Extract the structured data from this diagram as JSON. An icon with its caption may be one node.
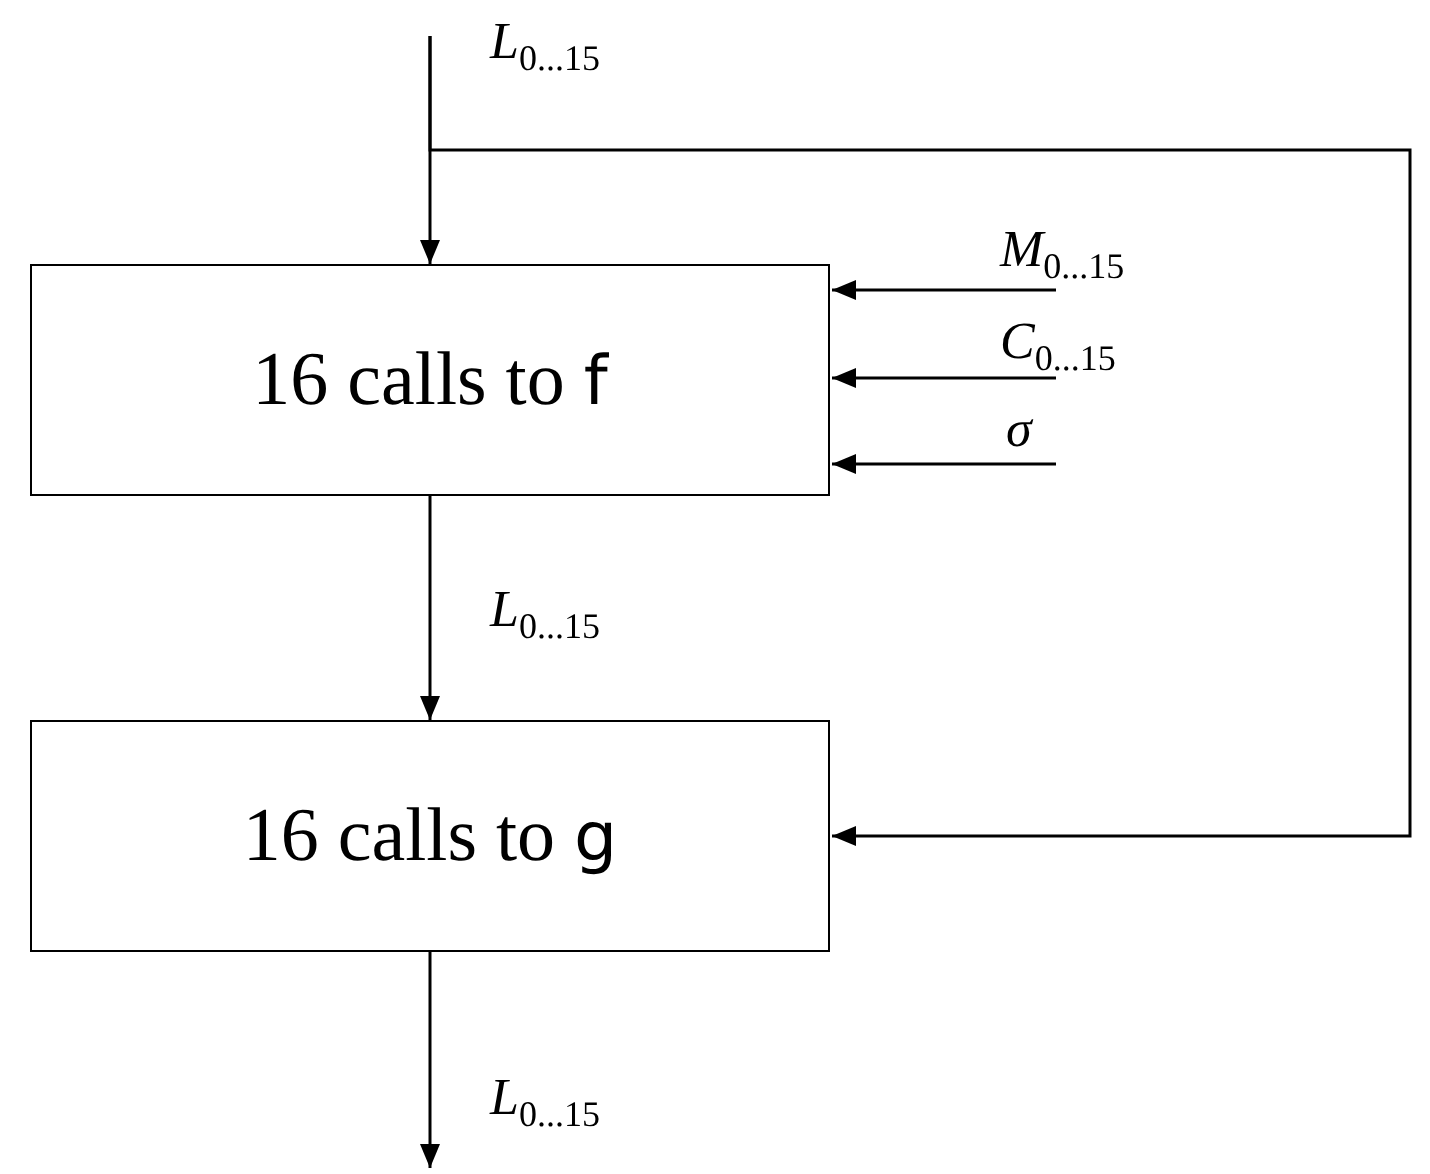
{
  "diagram": {
    "nodes": [
      {
        "text": [
          "16 calls to **f**"
        ]
      },
      {
        "text": [
          "16 calls to **g**"
        ]
      }
    ],
    "edges": [
      {
        "from": null,
        "to": 0,
        "arrow": "to",
        "label": "*L*$_{0...15}$"
      },
      {
        "from": null,
        "to": 1,
        "arrow": "to"
      },
      {
        "from": null,
        "to": 0,
        "arrow": "to",
        "label": "*M*$_{0...15}$"
      },
      {
        "from": null,
        "to": 0,
        "arrow": "to",
        "label": "*C*$_{0...15}$"
      },
      {
        "from": null,
        "to": 0,
        "arrow": "to",
        "label": "*σ*"
      },
      {
        "from": 0,
        "to": 1,
        "arrow": "to",
        "label": "*L*$_{0...15}$"
      },
      {
        "from": 1,
        "to": null,
        "arrow": "to",
        "label": "*L*$_{0...15}$"
      }
    ]
  }
}
